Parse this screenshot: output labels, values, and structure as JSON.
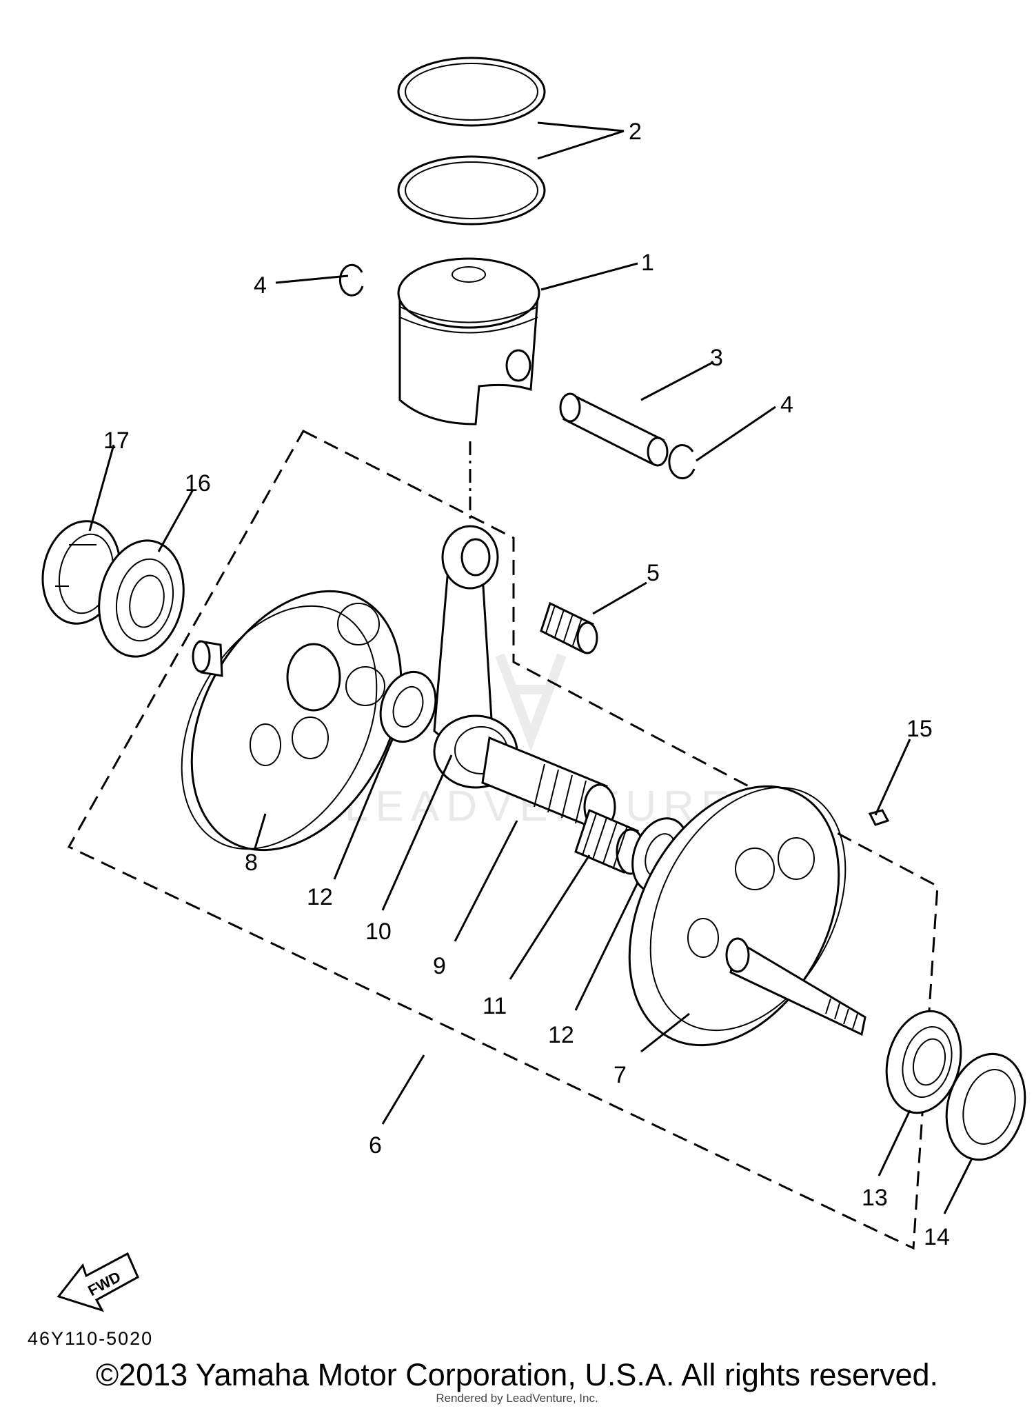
{
  "callouts": [
    {
      "id": "2",
      "label": "2"
    },
    {
      "id": "1",
      "label": "1"
    },
    {
      "id": "4a",
      "label": "4"
    },
    {
      "id": "3",
      "label": "3"
    },
    {
      "id": "4b",
      "label": "4"
    },
    {
      "id": "17",
      "label": "17"
    },
    {
      "id": "16",
      "label": "16"
    },
    {
      "id": "5",
      "label": "5"
    },
    {
      "id": "15",
      "label": "15"
    },
    {
      "id": "8",
      "label": "8"
    },
    {
      "id": "12a",
      "label": "12"
    },
    {
      "id": "10",
      "label": "10"
    },
    {
      "id": "9",
      "label": "9"
    },
    {
      "id": "11",
      "label": "11"
    },
    {
      "id": "12b",
      "label": "12"
    },
    {
      "id": "7",
      "label": "7"
    },
    {
      "id": "6",
      "label": "6"
    },
    {
      "id": "13",
      "label": "13"
    },
    {
      "id": "14",
      "label": "14"
    }
  ],
  "fwd_label": "FWD",
  "part_code": "46Y110-5020",
  "watermark": "LEADVENTURE",
  "copyright": "©2013 Yamaha Motor Corporation, U.S.A. All rights reserved.",
  "rendered_by": "Rendered by LeadVenture, Inc."
}
